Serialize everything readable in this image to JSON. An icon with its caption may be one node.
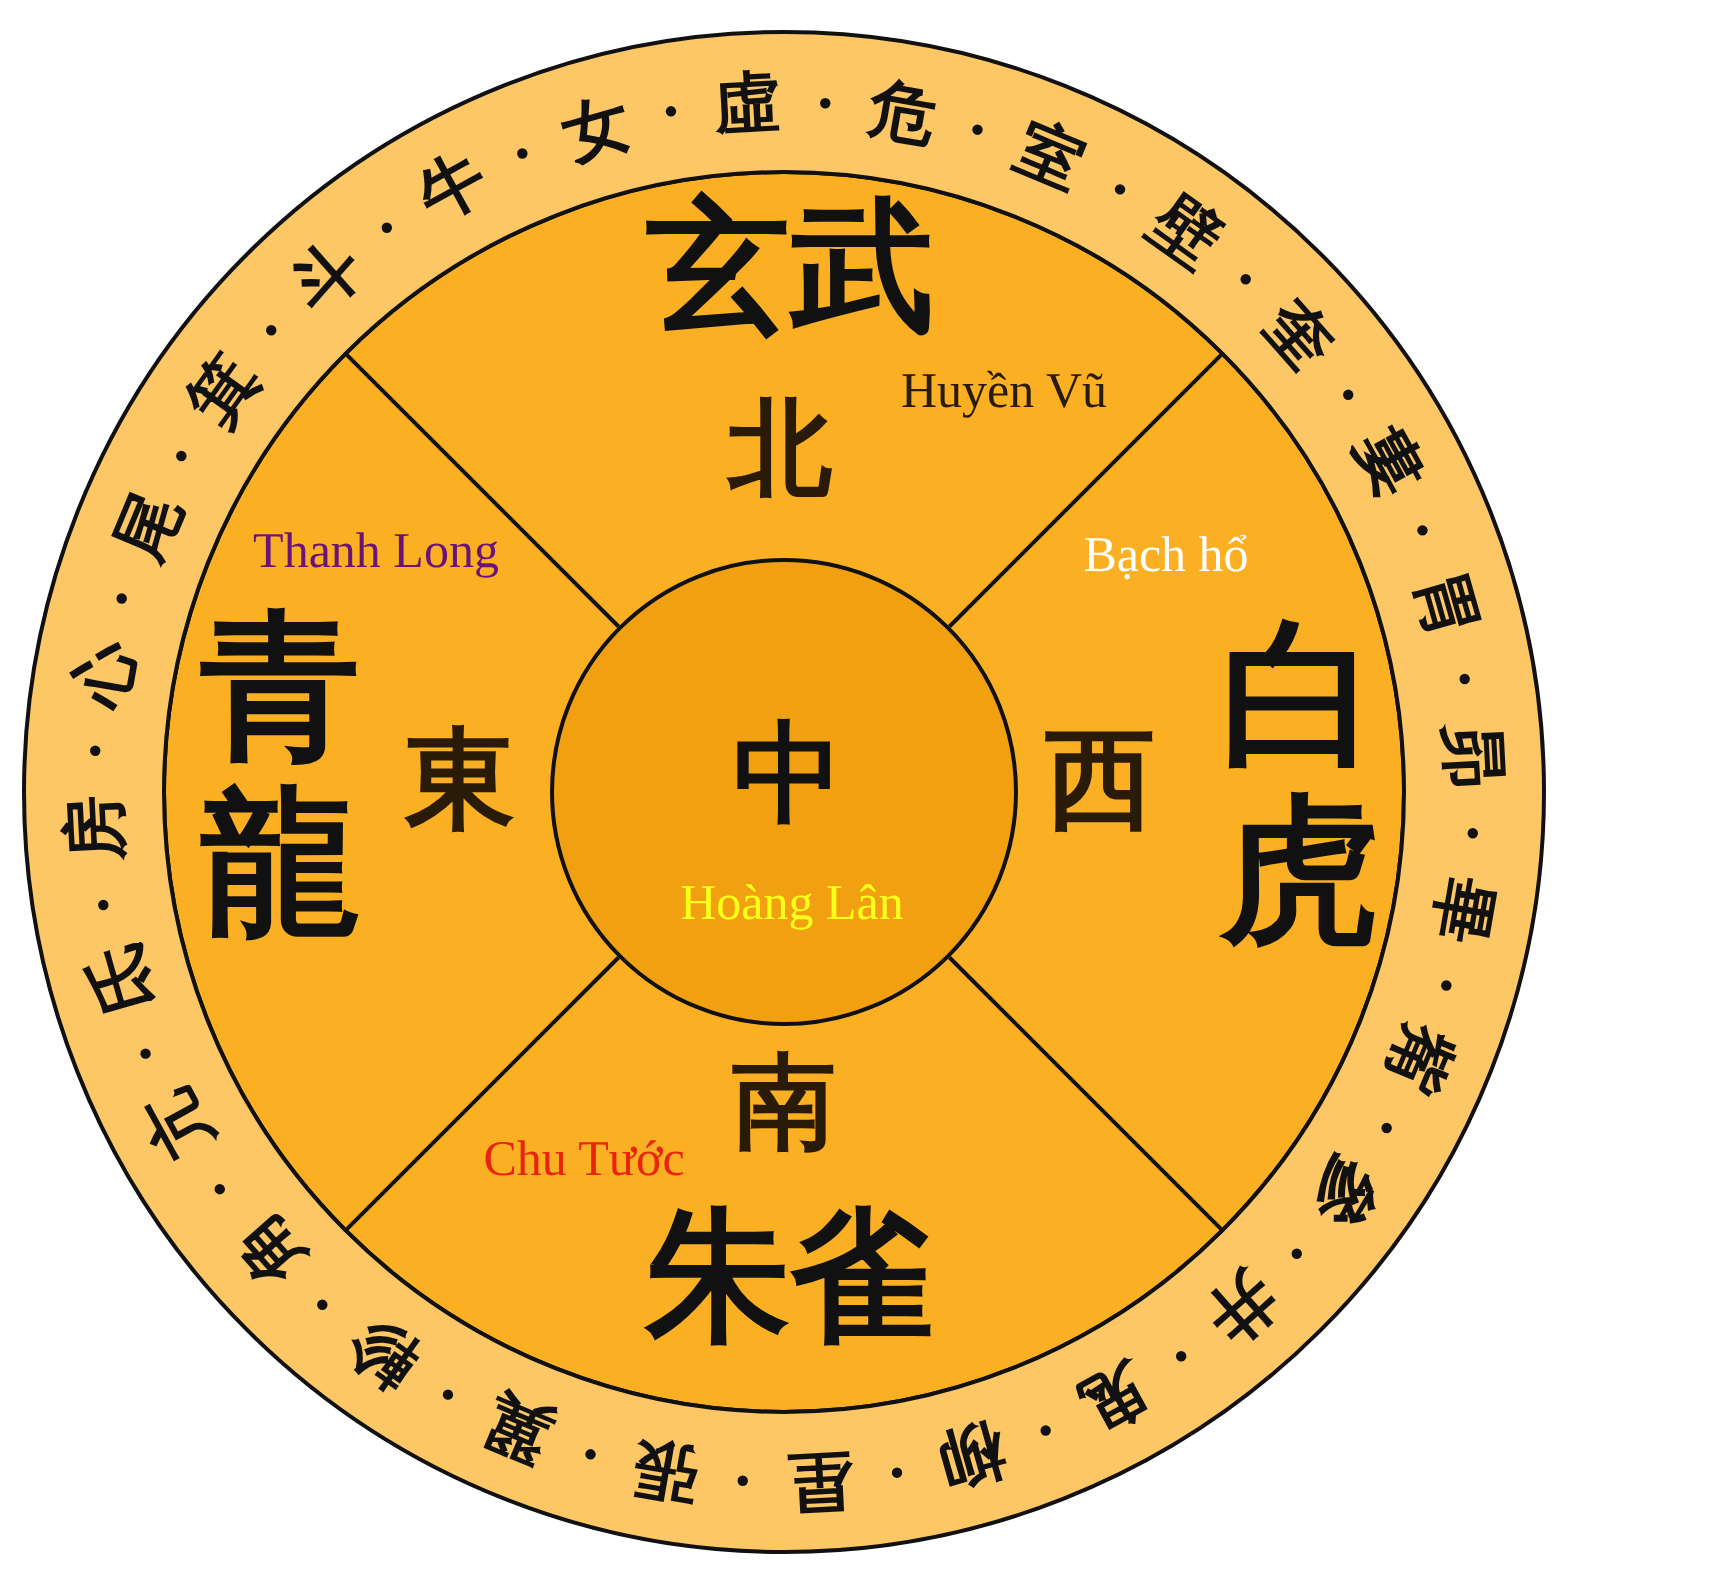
{
  "diagram": {
    "nodes": [
      {
        "text": [
          "角",
          "亢",
          "氐",
          "房",
          "心",
          "尾",
          "箕",
          "斗",
          "牛",
          "女",
          "虛",
          "危",
          "室",
          "壁",
          "奎",
          "婁",
          "胃",
          "昴",
          "畢",
          "觜",
          "參",
          "井",
          "鬼",
          "柳",
          "星",
          "張",
          "翼",
          "軫"
        ]
      },
      {
        "text": [
          "玄武",
          "北",
          "Huyền Vũ"
        ],
        "in": 0
      },
      {
        "text": [
          "Thanh Long",
          "青龍",
          "東"
        ],
        "in": 0
      },
      {
        "text": [
          "Bạch hổ",
          "西",
          "白虎"
        ],
        "in": 0
      },
      {
        "text": [
          "南",
          "Chu Tước",
          "朱雀"
        ],
        "in": 0
      },
      {
        "text": [
          "中",
          "Hoàng Lân"
        ],
        "in": 0
      }
    ]
  }
}
